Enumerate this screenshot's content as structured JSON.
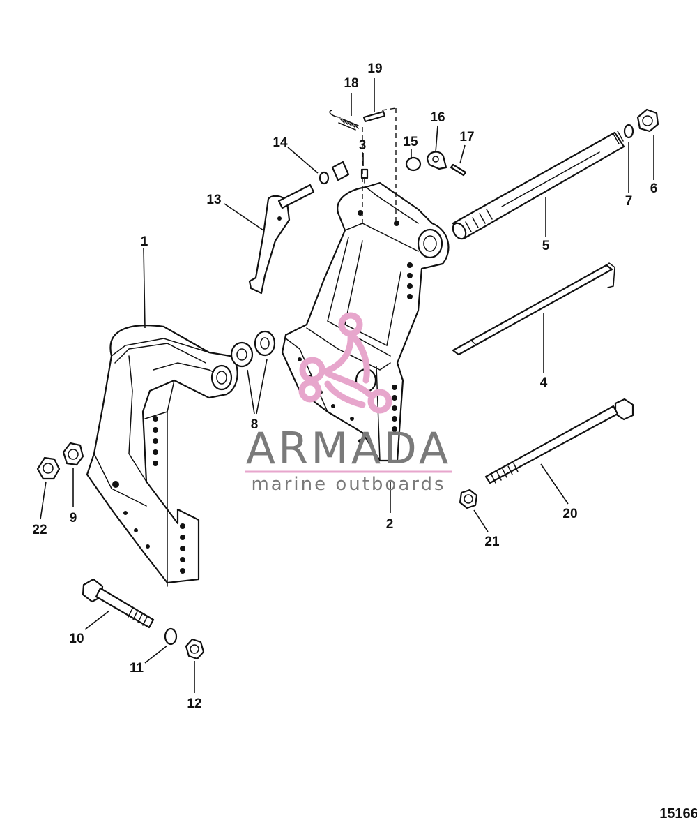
{
  "diagram": {
    "figure_number": "15166",
    "callouts": [
      "1",
      "2",
      "3",
      "4",
      "5",
      "6",
      "7",
      "8",
      "9",
      "10",
      "11",
      "12",
      "13",
      "14",
      "15",
      "16",
      "17",
      "18",
      "19",
      "20",
      "21",
      "22"
    ]
  },
  "watermark": {
    "brand": "ARMADA",
    "tagline": "marine outboards",
    "logo_color": "#e7a6cc",
    "text_color": "#7a7a7a"
  }
}
